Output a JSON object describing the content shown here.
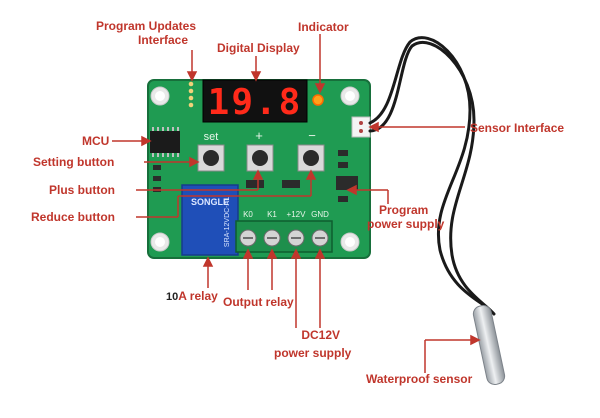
{
  "labels": {
    "program_updates_line1": "Program Updates",
    "program_updates_line2": "Interface",
    "indicator": "Indicator",
    "digital_display": "Digital Display",
    "sensor_interface": "Sensor Interface",
    "mcu": "MCU",
    "setting_button": "Setting button",
    "plus_button": "Plus button",
    "reduce_button": "Reduce button",
    "program_power_line1": "Program",
    "program_power_line2": "power supply",
    "relay_10a_prefix": "10",
    "relay_10a_rest": "A relay",
    "output_relay": "Output relay",
    "dc12v_line1": "DC12V",
    "dc12v_line2": "power supply",
    "waterproof_sensor": "Waterproof sensor"
  },
  "board": {
    "display_value": "19.8",
    "set_label": "set",
    "plus_symbol": "+",
    "minus_symbol": "−",
    "terminal_k0": "K0",
    "terminal_k1": "K1",
    "terminal_12v": "+12V",
    "terminal_gnd": "GND",
    "relay_model": "SRA-12VDC-AL",
    "relay_brand": "SONGLE"
  },
  "colors": {
    "label_red": "#c0362c",
    "pcb_green": "#1f9b52",
    "display_red": "#ff2a1a",
    "relay_blue": "#1f4fb8",
    "terminal_green": "#1e8f4c",
    "cable_black": "#1a1a1a",
    "probe_steel": "#cfd2d6"
  }
}
